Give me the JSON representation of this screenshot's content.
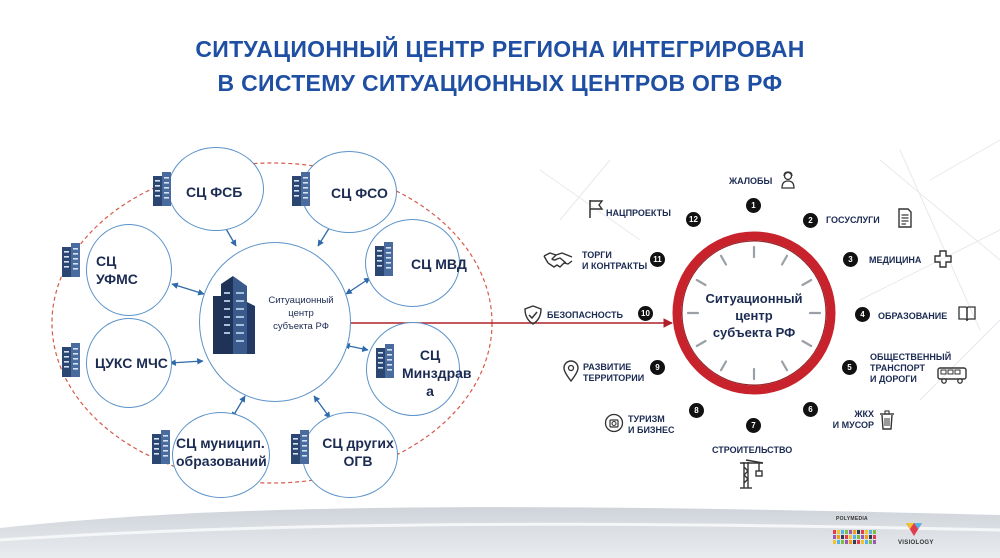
{
  "title": {
    "line1": "СИТУАЦИОННЫЙ ЦЕНТР РЕГИОНА ИНТЕГРИРОВАН",
    "line2": "В СИСТЕМУ СИТУАЦИОННЫХ ЦЕНТРОВ ОГВ РФ"
  },
  "left_diagram": {
    "center_lines": [
      "Ситуационный",
      "центр",
      "субъекта РФ"
    ],
    "nodes": {
      "fsb": [
        "СЦ ФСБ"
      ],
      "fso": [
        "СЦ ФСО"
      ],
      "ufms": [
        "СЦ",
        "УФМС"
      ],
      "mvd": [
        "СЦ МВД"
      ],
      "tsuks": [
        "ЦУКС МЧС"
      ],
      "minzdrav": [
        "СЦ",
        "Минздрав",
        "а"
      ],
      "municip": [
        "СЦ муницип.",
        "образований"
      ],
      "other": [
        "СЦ других",
        "ОГВ"
      ]
    }
  },
  "right_diagram": {
    "center_lines": [
      "Ситуационный",
      "центр",
      "субъекта РФ"
    ],
    "items": [
      {
        "n": "1",
        "lines": [
          "ЖАЛОБЫ"
        ],
        "icon": "operator-icon"
      },
      {
        "n": "2",
        "lines": [
          "ГОСУСЛУГИ"
        ],
        "icon": "document-icon"
      },
      {
        "n": "3",
        "lines": [
          "МЕДИЦИНА"
        ],
        "icon": "medical-cross-icon"
      },
      {
        "n": "4",
        "lines": [
          "ОБРАЗОВАНИЕ"
        ],
        "icon": "book-icon"
      },
      {
        "n": "5",
        "lines": [
          "ОБЩЕСТВЕННЫЙ",
          "ТРАНСПОРТ",
          "И ДОРОГИ"
        ],
        "icon": "bus-icon"
      },
      {
        "n": "6",
        "lines": [
          "ЖКХ",
          "И МУСОР"
        ],
        "icon": "trash-icon"
      },
      {
        "n": "7",
        "lines": [
          "СТРОИТЕЛЬСТВО"
        ],
        "icon": "crane-icon"
      },
      {
        "n": "8",
        "lines": [
          "ТУРИЗМ",
          "И БИЗНЕС"
        ],
        "icon": "tourism-icon"
      },
      {
        "n": "9",
        "lines": [
          "РАЗВИТИЕ",
          "ТЕРРИТОРИИ"
        ],
        "icon": "location-pin-icon"
      },
      {
        "n": "10",
        "lines": [
          "БЕЗОПАСНОСТЬ"
        ],
        "icon": "shield-check-icon"
      },
      {
        "n": "11",
        "lines": [
          "ТОРГИ",
          "И КОНТРАКТЫ"
        ],
        "icon": "handshake-icon"
      },
      {
        "n": "12",
        "lines": [
          "НАЦПРОЕКТЫ"
        ],
        "icon": "flag-icon"
      }
    ]
  },
  "logos": {
    "polymedia": "POLYMEDIA",
    "visiology": "VISIOLOGY"
  },
  "colors": {
    "title": "#1f4fa3",
    "bubble_border": "#5c93c8",
    "arrow": "#2f6aab",
    "dashed_ring": "#d65a4a",
    "clock_ring": "#c8232c",
    "connector": "#b1202a",
    "text": "#1b2b52"
  }
}
